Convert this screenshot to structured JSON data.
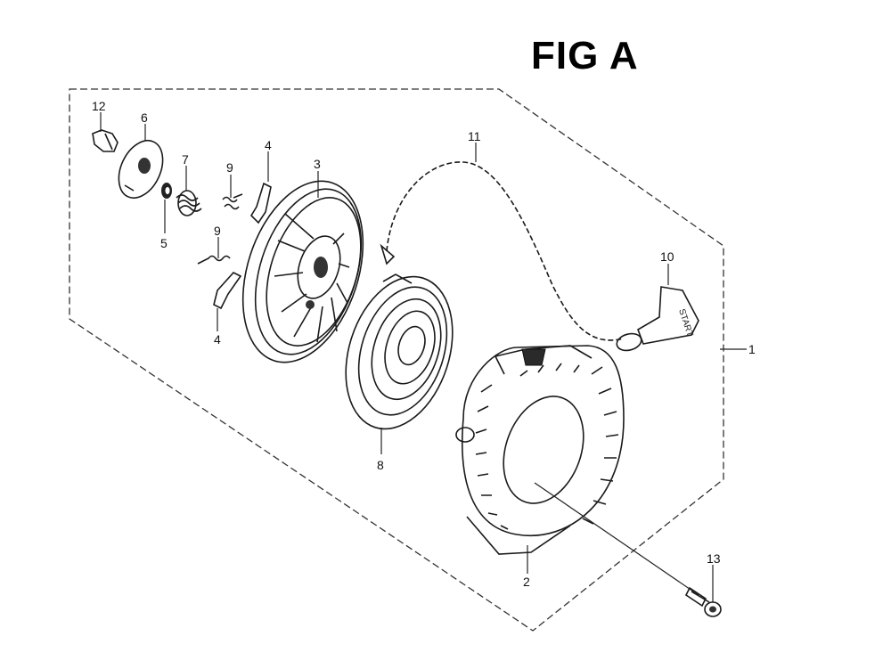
{
  "figure": {
    "title": "FIG A",
    "logo_text": "START"
  },
  "callouts": [
    {
      "id": "c12",
      "text": "12"
    },
    {
      "id": "c6",
      "text": "6"
    },
    {
      "id": "c7",
      "text": "7"
    },
    {
      "id": "c9a",
      "text": "9"
    },
    {
      "id": "c4a",
      "text": "4"
    },
    {
      "id": "c3",
      "text": "3"
    },
    {
      "id": "c11",
      "text": "11"
    },
    {
      "id": "c5",
      "text": "5"
    },
    {
      "id": "c9b",
      "text": "9"
    },
    {
      "id": "c4b",
      "text": "4"
    },
    {
      "id": "c10",
      "text": "10"
    },
    {
      "id": "c1",
      "text": "1"
    },
    {
      "id": "c8",
      "text": "8"
    },
    {
      "id": "c2",
      "text": "2"
    },
    {
      "id": "c13",
      "text": "13"
    }
  ]
}
